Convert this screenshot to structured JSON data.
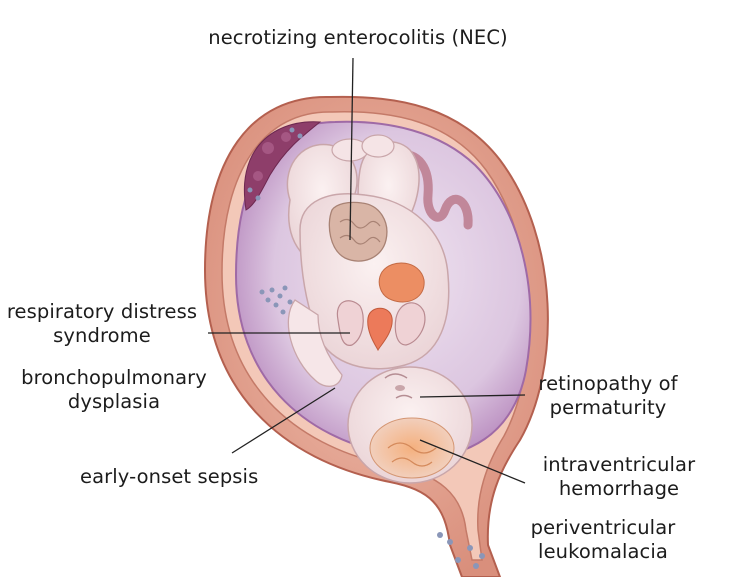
{
  "labels": {
    "nec": "necrotizing enterocolitis (NEC)",
    "rds_1": "respiratory distress",
    "rds_2": "syndrome",
    "bpd_1": "bronchopulmonary",
    "bpd_2": "dysplasia",
    "sepsis": "early-onset sepsis",
    "rop_1": "retinopathy of",
    "rop_2": "permaturity",
    "ivh_1": "intraventricular",
    "ivh_2": "hemorrhage",
    "pvl_1": "periventricular",
    "pvl_2": "leukomalacia"
  }
}
